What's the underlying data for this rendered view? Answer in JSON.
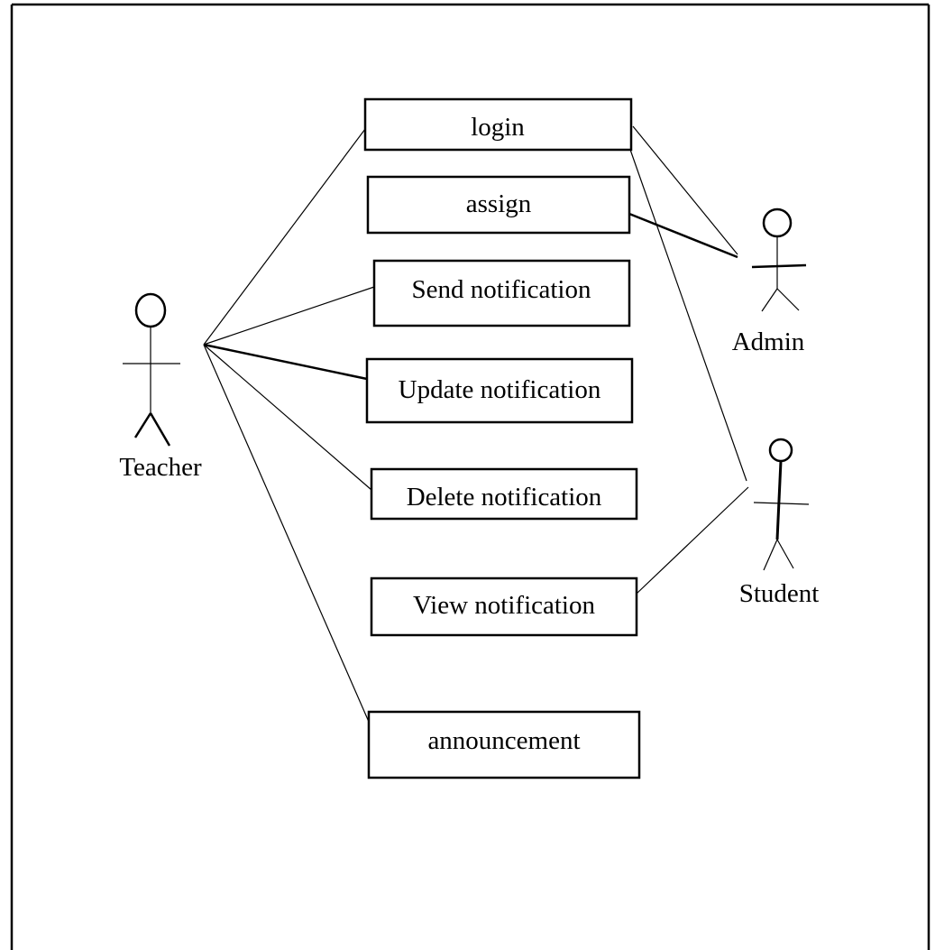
{
  "diagram": {
    "actors": {
      "teacher": "Teacher",
      "admin": "Admin",
      "student": "Student"
    },
    "use_cases": {
      "login": "login",
      "assign": "assign",
      "send_notification": "Send notification",
      "update_notification": "Update notification",
      "delete_notification": "Delete notification",
      "view_notification": "View notification",
      "announcement": "announcement"
    },
    "stroke_color": "#000000",
    "background_color": "#ffffff"
  }
}
